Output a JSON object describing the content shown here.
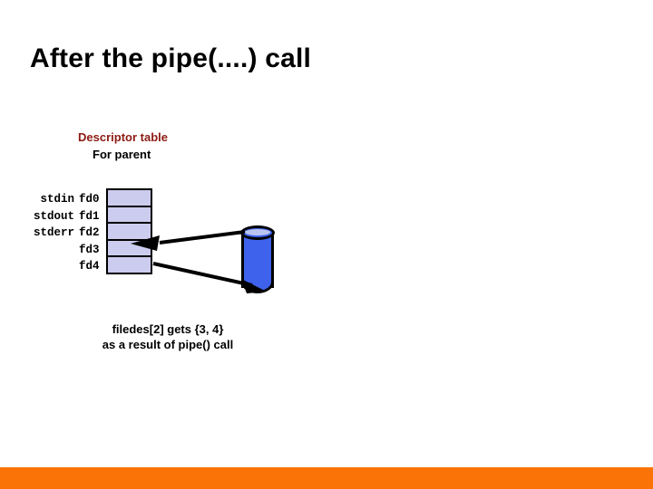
{
  "slide": {
    "title": "After the pipe(....) call",
    "background_color": "#ffffff",
    "accent_bar_color": "#f97306"
  },
  "descriptor_table": {
    "heading": "Descriptor table",
    "heading_color": "#8c1a12",
    "subheading": "For parent",
    "cell_color": "#ccccee",
    "rows": [
      {
        "stream": "stdin",
        "fd": "fd0"
      },
      {
        "stream": "stdout",
        "fd": "fd1"
      },
      {
        "stream": "stderr",
        "fd": "fd2"
      },
      {
        "stream": "",
        "fd": "fd3"
      },
      {
        "stream": "",
        "fd": "fd4"
      }
    ]
  },
  "pipe": {
    "label": "pipe-cylinder",
    "body_color": "#3f62ed",
    "top_color": "#b9c4f0"
  },
  "caption": {
    "line1": "filedes[2]  gets {3, 4}",
    "line2": "as a result of pipe() call"
  }
}
